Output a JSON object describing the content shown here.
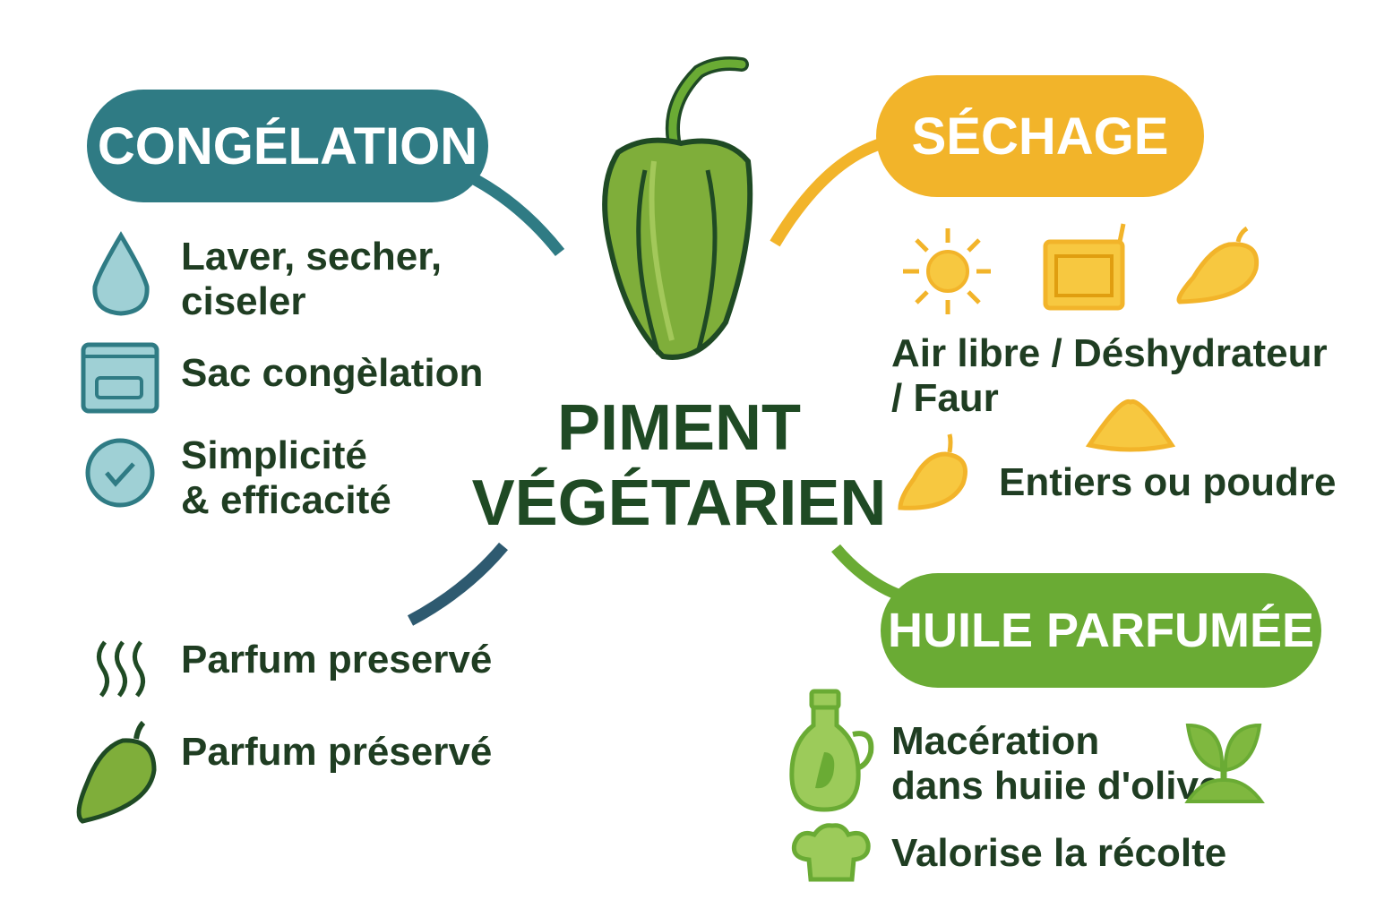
{
  "title": {
    "line1": "PIMENT",
    "line2": "VÉGÉTARIEN"
  },
  "colors": {
    "congelation": "#2f7b84",
    "sechage": "#f2b42a",
    "huile": "#6aab34",
    "text": "#1f3d22"
  },
  "congelation": {
    "label": "CONGÉLATION",
    "items": [
      {
        "icon": "water-drop-icon",
        "line1": "Laver, secher,",
        "line2": "ciseler"
      },
      {
        "icon": "freezer-bag-icon",
        "line1": "Sac congèlation"
      },
      {
        "icon": "check-circle-icon",
        "line1": "Simplicité",
        "line2": "& efficacité"
      }
    ]
  },
  "parfum": {
    "items": [
      {
        "icon": "aroma-waves-icon",
        "line1": "Parfum preservé"
      },
      {
        "icon": "green-pepper-icon",
        "line1": "Parfum préservé"
      }
    ]
  },
  "sechage": {
    "label": "SÉCHAGE",
    "icons": [
      "sun-icon",
      "dehydrator-icon",
      "dried-pepper-icon",
      "powder-pile-icon"
    ],
    "items": [
      {
        "line1": "Air libre / Déshydrateur",
        "line2": "/ Faur"
      },
      {
        "line1": "Entiers ou poudre"
      }
    ]
  },
  "huile": {
    "label": "HUILE PARFUMÉE",
    "items": [
      {
        "icon": "oil-bottle-icon",
        "line1": "Macération",
        "line2": "dans huiie d'olive"
      },
      {
        "icon": "chef-hat-icon",
        "line1": "Valorise la récolte"
      }
    ],
    "extra_icon": "sprout-icon"
  }
}
